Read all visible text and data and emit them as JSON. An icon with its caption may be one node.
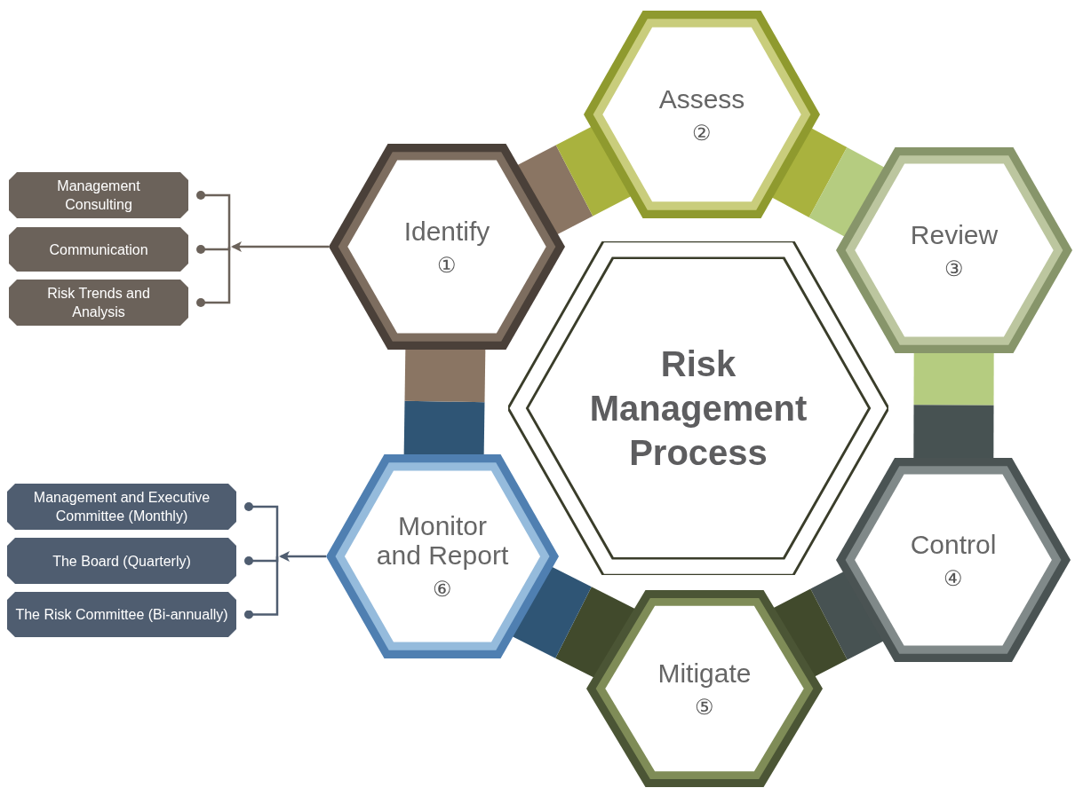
{
  "diagram": {
    "nodes": [
      {
        "text": [
          "Risk Management Process"
        ]
      },
      {
        "text": [
          "Identify",
          "①"
        ]
      },
      {
        "text": [
          "Assess",
          "②"
        ]
      },
      {
        "text": [
          "Review",
          "③"
        ]
      },
      {
        "text": [
          "Control",
          "④"
        ]
      },
      {
        "text": [
          "Mitigate",
          "⑤"
        ]
      },
      {
        "text": [
          "Monitor and Report",
          "⑥"
        ]
      },
      {
        "text": [
          "Management Consulting"
        ]
      },
      {
        "text": [
          "Communication"
        ]
      },
      {
        "text": [
          "Risk Trends and Analysis"
        ]
      },
      {
        "text": [
          "Management and Executive Committee (Monthly)"
        ]
      },
      {
        "text": [
          "The Board (Quarterly)"
        ]
      },
      {
        "text": [
          "The Risk Committee (Bi-annually)"
        ]
      }
    ],
    "edges": [
      {
        "from": 1,
        "to": 7,
        "arrow": "other"
      },
      {
        "from": 1,
        "to": 8,
        "arrow": "other"
      },
      {
        "from": 1,
        "to": 9,
        "arrow": "other"
      },
      {
        "from": 6,
        "to": 10,
        "arrow": "other"
      },
      {
        "from": 6,
        "to": 11,
        "arrow": "other"
      },
      {
        "from": 6,
        "to": 12,
        "arrow": "other"
      }
    ]
  }
}
